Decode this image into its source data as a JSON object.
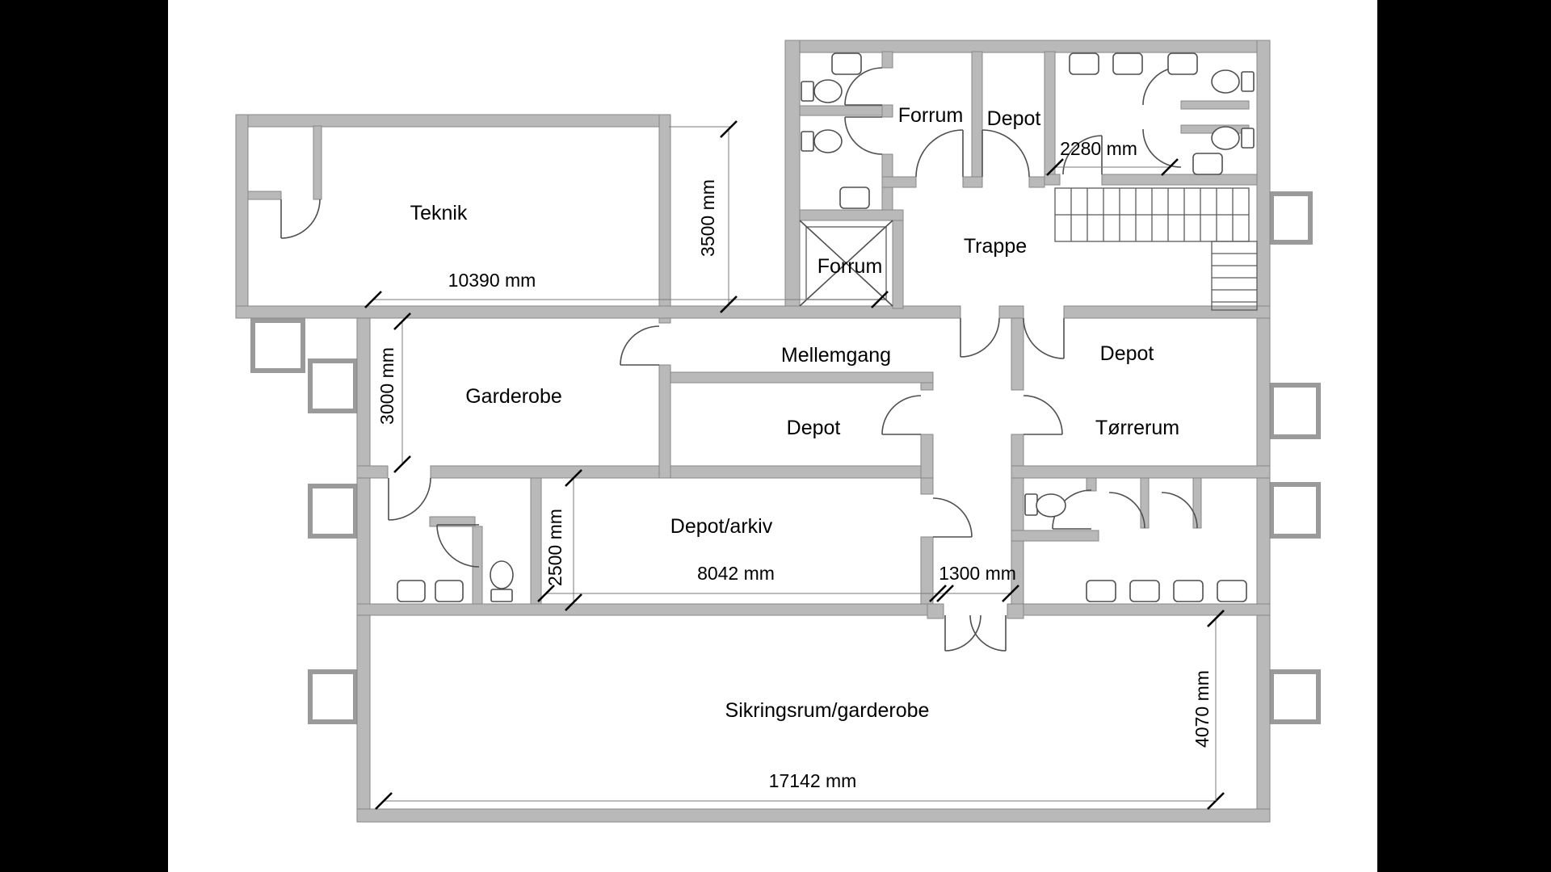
{
  "rooms": {
    "teknik": {
      "label": "Teknik"
    },
    "forrum_top": {
      "label": "Forrum"
    },
    "depot_top": {
      "label": "Depot"
    },
    "trappe": {
      "label": "Trappe"
    },
    "forrum_elevator": {
      "label": "Forrum"
    },
    "mellemgang": {
      "label": "Mellemgang"
    },
    "garderobe": {
      "label": "Garderobe"
    },
    "depot_mid": {
      "label": "Depot"
    },
    "torrerum": {
      "label": "Tørrerum"
    },
    "depot_center": {
      "label": "Depot"
    },
    "depot_arkiv": {
      "label": "Depot/arkiv"
    },
    "sikringsrum": {
      "label": "Sikringsrum/garderobe"
    }
  },
  "dimensions": {
    "teknik_width": "10390 mm",
    "notch_height": "3500 mm",
    "washroom_width": "2280 mm",
    "garderobe_height": "3000 mm",
    "lower_room_height": "2500 mm",
    "depot_arkiv_width": "8042 mm",
    "door_opening": "1300 mm",
    "sikringsrum_width": "17142 mm",
    "sikringsrum_height": "4070 mm"
  },
  "colors": {
    "background": "#000000",
    "paper": "#ffffff",
    "wall_fill": "#b9b9b9",
    "wall_stroke": "#878787",
    "line": "#4f4f4f"
  }
}
